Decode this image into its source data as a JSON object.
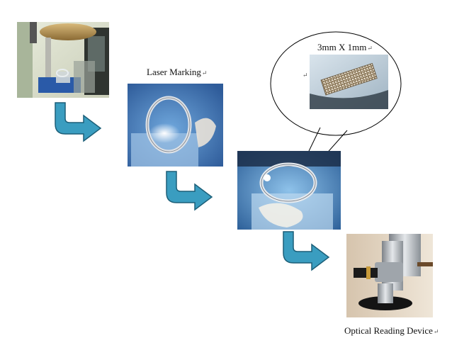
{
  "steps": {
    "laser_marking_label": "Laser Marking",
    "optical_reading_label": "Optical Reading Device"
  },
  "callout": {
    "size_label": "3mm X 1mm",
    "return_mark": "↵"
  },
  "colors": {
    "arrow_fill": "#3a9dc0",
    "arrow_stroke": "#1c5f78",
    "background": "#ffffff"
  },
  "icons": {
    "flow_arrow": "bent-down-right-arrow-icon",
    "return_mark": "return-mark-icon"
  }
}
